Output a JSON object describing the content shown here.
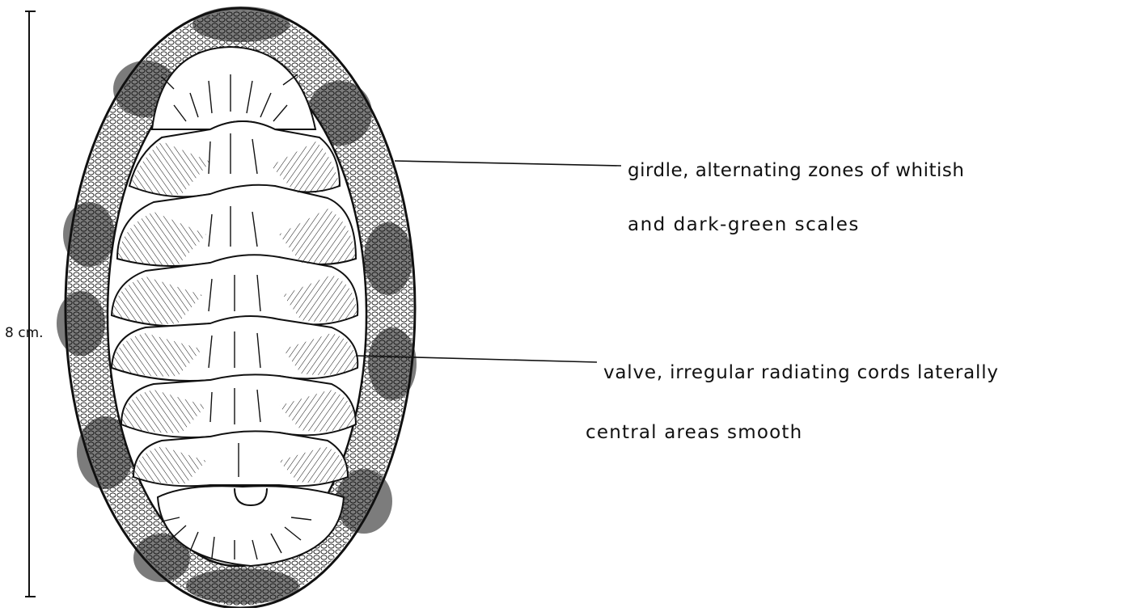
{
  "scale_bar": {
    "label": "8 cm."
  },
  "annotations": {
    "girdle": {
      "line1": "girdle, alternating  zones of whitish",
      "line2": "and dark-green  scales"
    },
    "valve": {
      "line1": "valve, irregular radiating cords laterally",
      "line2": "central areas smooth"
    }
  },
  "colors": {
    "ink": "#111111",
    "paper": "#ffffff"
  }
}
